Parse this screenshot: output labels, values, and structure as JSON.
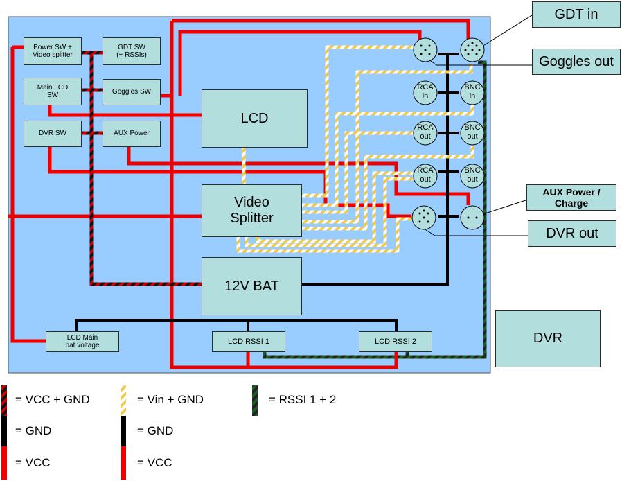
{
  "diagram": {
    "switches": {
      "power_sw": "Power SW +\nVideo splitter",
      "gdt_sw": "GDT SW\n(+ RSSIs)",
      "main_lcd_sw": "Main LCD\nSW",
      "goggles_sw": "Goggles SW",
      "dvr_sw": "DVR SW",
      "aux_power": "AUX Power"
    },
    "components": {
      "lcd": "LCD",
      "video_splitter": "Video\nSplitter",
      "battery": "12V BAT",
      "lcd_main_bat": "LCD Main\nbat voltage",
      "lcd_rssi_1": "LCD RSSI 1",
      "lcd_rssi_2": "LCD RSSI 2"
    },
    "connectors": {
      "rca_in": "RCA\nin",
      "bnc_in": "BNC\nin",
      "rca_out_1": "RCA\nout",
      "bnc_out_1": "BNC\nout",
      "rca_out_2": "RCA\nout",
      "bnc_out_2": "BNC\nout"
    },
    "external": {
      "gdt_in": "GDT in",
      "goggles_out": "Goggles out",
      "aux_power_charge": "AUX Power /\nCharge",
      "dvr_out": "DVR out",
      "dvr": "DVR"
    }
  },
  "legend": {
    "vcc_gnd": "= VCC + GND",
    "gnd_1": "= GND",
    "vcc_1": "= VCC",
    "vin_gnd": "= Vin + GND",
    "gnd_2": "= GND",
    "vcc_2": "= VCC",
    "rssi": "= RSSI 1 + 2"
  },
  "colors": {
    "panel": "#99ccff",
    "box": "#b3dede",
    "vcc": "#ff0000",
    "gnd": "#000000",
    "vin": "#ffd966",
    "rssi": "#2e7d32"
  }
}
